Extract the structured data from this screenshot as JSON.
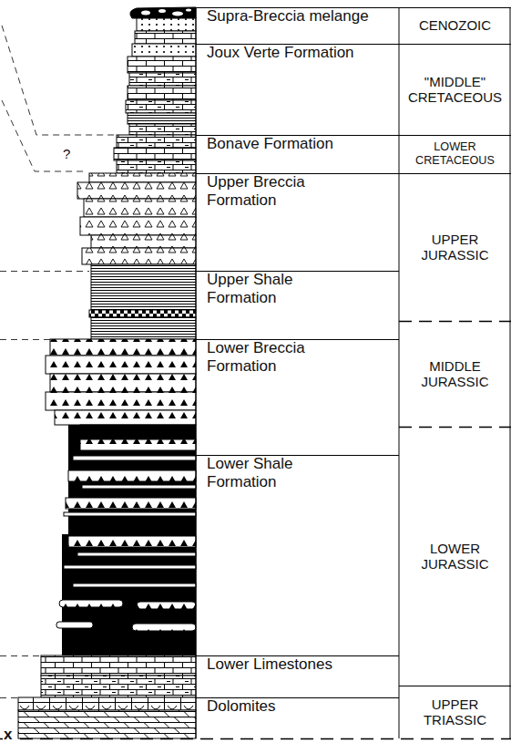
{
  "diagram": {
    "nodes": [
      {
        "text": [
          "Supra-Breccia melange"
        ]
      },
      {
        "text": [
          "CENOZOIC"
        ]
      },
      {
        "text": [
          "Joux Verte Formation"
        ]
      },
      {
        "text": [
          "\"MIDDLE\" CRETACEOUS"
        ]
      },
      {
        "text": [
          "Bonave Formation"
        ]
      },
      {
        "text": [
          "LOWER CRETACEOUS"
        ]
      },
      {
        "text": [
          "Upper Breccia Formation"
        ]
      },
      {
        "text": [
          "UPPER JURASSIC"
        ]
      },
      {
        "text": [
          "Upper Shale Formation"
        ]
      },
      {
        "text": [
          "MIDDLE JURASSIC"
        ]
      },
      {
        "text": [
          "Lower Breccia Formation"
        ]
      },
      {
        "text": [
          "LOWER JURASSIC"
        ]
      },
      {
        "text": [
          "Lower Shale Formation"
        ]
      },
      {
        "text": [
          "Lower Limestones"
        ]
      },
      {
        "text": [
          "UPPER TRIASSIC"
        ]
      },
      {
        "text": [
          "Dolomites"
        ]
      }
    ],
    "labels": [
      "?",
      "x"
    ]
  }
}
